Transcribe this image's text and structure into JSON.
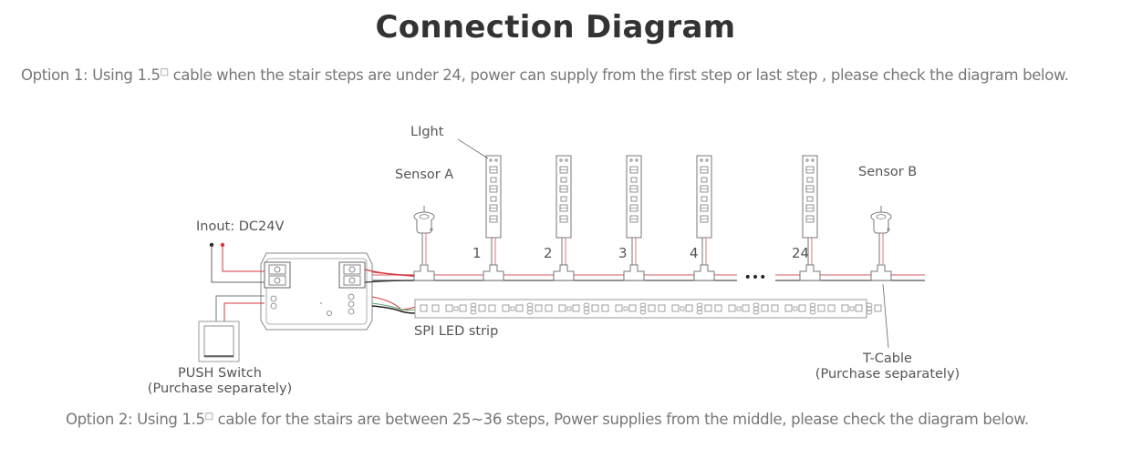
{
  "page": {
    "title": "Connection Diagram",
    "option1": {
      "prefix": "Option 1: Using 1.5",
      "unit_glyph": "□",
      "suffix": "  cable when the stair steps are under 24, power can supply from the first step or last step , please check the diagram below."
    },
    "option2": {
      "prefix": "Option 2: Using 1.5",
      "unit_glyph": "□",
      "suffix": " cable for the stairs are between 25~36 steps, Power supplies from the middle, please check the diagram below."
    }
  },
  "diagram": {
    "labels": {
      "input": "Inout: DC24V",
      "light": "LIght",
      "sensor_a": "Sensor A",
      "sensor_b": "Sensor B",
      "spi_strip": "SPI LED strip",
      "push_switch": "PUSH Switch",
      "push_switch_note": "(Purchase separately)",
      "t_cable": "T-Cable",
      "t_cable_note": "(Purchase separately)",
      "ellipsis": "•••"
    },
    "steps": [
      {
        "label": "1"
      },
      {
        "label": "2"
      },
      {
        "label": "3"
      },
      {
        "label": "4"
      },
      {
        "label": "24"
      }
    ],
    "colors": {
      "line": "#555555",
      "wire_red": "#d9343a",
      "wire_black": "#333333",
      "wire_green": "#5aa06a",
      "outline": "#888888"
    }
  }
}
